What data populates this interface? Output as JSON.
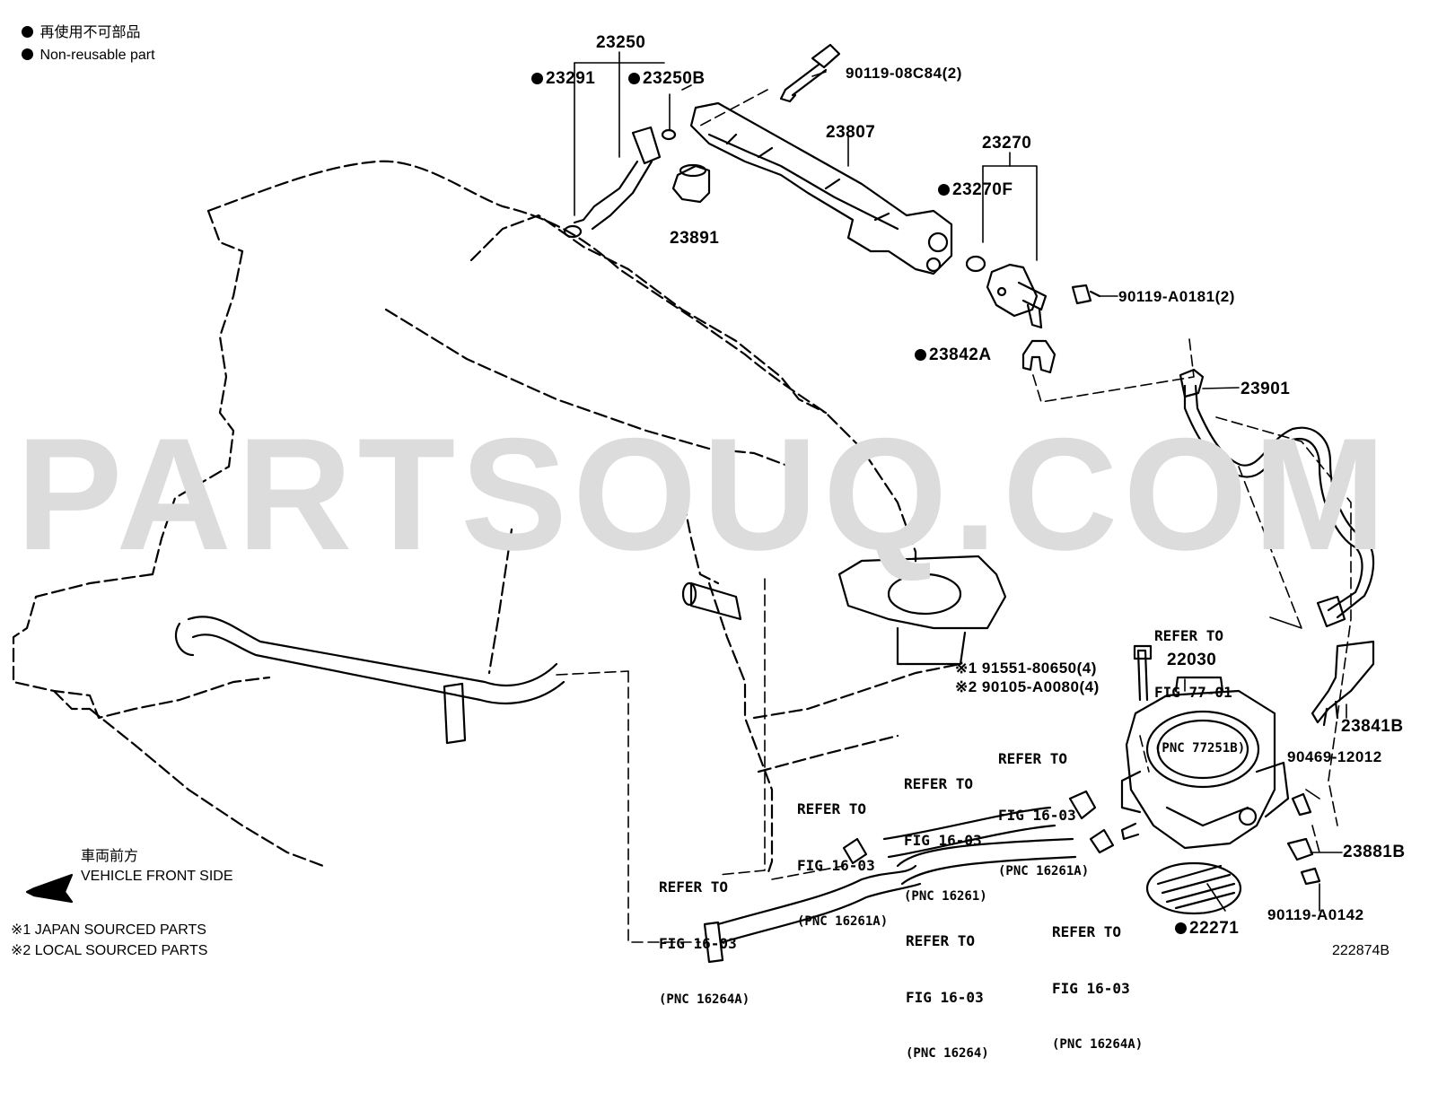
{
  "watermark": "PARTSOUQ.COM",
  "legend": {
    "japanese": "再使用不可部品",
    "english": "Non-reusable part"
  },
  "vehicle_front": {
    "japanese": "車両前方",
    "english": "VEHICLE FRONT SIDE"
  },
  "footnotes": [
    "※1 JAPAN SOURCED PARTS",
    "※2 LOCAL SOURCED PARTS"
  ],
  "diagram_id": "222874B",
  "parts": {
    "p23250": "23250",
    "p23291": "23291",
    "p23250b": "23250B",
    "p90119_08c84": "90119-08C84(2)",
    "p23807": "23807",
    "p23891": "23891",
    "p23270": "23270",
    "p23270f": "23270F",
    "p90119_a0181": "90119-A0181(2)",
    "p23842a": "23842A",
    "p23901": "23901",
    "p22030": "22030",
    "p91551": "※1 91551-80650(4)",
    "p90105": "※2 90105-A0080(4)",
    "p23841b": "23841B",
    "p90469": "90469-12012",
    "p23881b": "23881B",
    "p90119_a0142": "90119-A0142",
    "p22271": "22271"
  },
  "references": [
    {
      "line1": "REFER TO",
      "line2": "FIG 77-01",
      "pnc": "(PNC 77251B)"
    },
    {
      "line1": "REFER TO",
      "line2": "FIG 16-03",
      "pnc": "(PNC 16261A)"
    },
    {
      "line1": "REFER TO",
      "line2": "FIG 16-03",
      "pnc": "(PNC 16261)"
    },
    {
      "line1": "REFER TO",
      "line2": "FIG 16-03",
      "pnc": "(PNC 16261A)"
    },
    {
      "line1": "REFER TO",
      "line2": "FIG 16-03",
      "pnc": "(PNC 16264A)"
    },
    {
      "line1": "REFER TO",
      "line2": "FIG 16-03",
      "pnc": "(PNC 16264)"
    },
    {
      "line1": "REFER TO",
      "line2": "FIG 16-03",
      "pnc": "(PNC 16264A)"
    }
  ]
}
